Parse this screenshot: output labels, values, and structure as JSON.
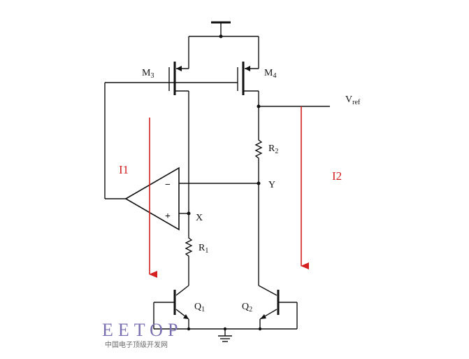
{
  "labels": {
    "m3": "M",
    "m3_sub": "3",
    "m4": "M",
    "m4_sub": "4",
    "vref": "V",
    "vref_sub": "ref",
    "r2": "R",
    "r2_sub": "2",
    "r1": "R",
    "r1_sub": "1",
    "y": "Y",
    "x": "X",
    "i1": "I1",
    "i2": "I2",
    "q1": "Q",
    "q1_sub": "1",
    "q2": "Q",
    "q2_sub": "2",
    "minus": "−",
    "plus": "+"
  },
  "watermark": {
    "logo": "EETOP",
    "subtitle": "中国电子顶级开发网"
  },
  "colors": {
    "wire": "#111111",
    "current_arrow": "#d42020",
    "watermark": "#7a6fb0"
  }
}
